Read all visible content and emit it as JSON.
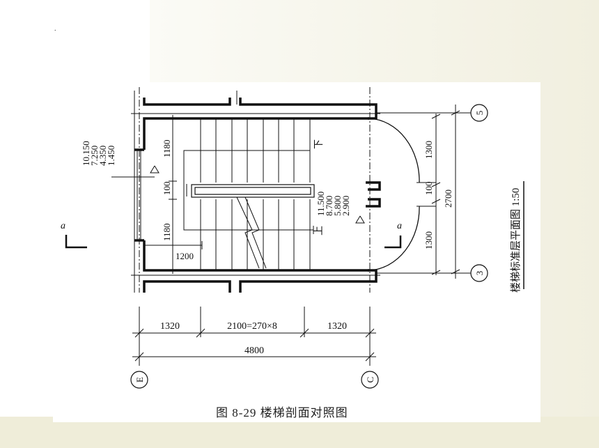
{
  "figure": {
    "caption": "图 8-29   楼梯剖面对照图",
    "plan_title": "楼梯标准层平面图 1:50",
    "grid_labels": {
      "left_row": "E",
      "right_row": "C",
      "top_col": "5",
      "bottom_col": "3"
    },
    "section_marker": "a",
    "elevations_left": [
      "10.150",
      "7.250",
      "4.350",
      "1.450"
    ],
    "elevations_mid": [
      "11.500",
      "8.700",
      "5.800",
      "2.900"
    ],
    "stair_labels": {
      "down": "下",
      "up": "上"
    },
    "dims_bottom": [
      "1320",
      "2100=270×8",
      "1320"
    ],
    "dim_total": "4800",
    "dims_left": [
      "1180",
      "100",
      "1180"
    ],
    "dim_1200": "1200",
    "dims_right": [
      "1300",
      "100",
      "1300"
    ],
    "dim_right_total": "2700"
  }
}
